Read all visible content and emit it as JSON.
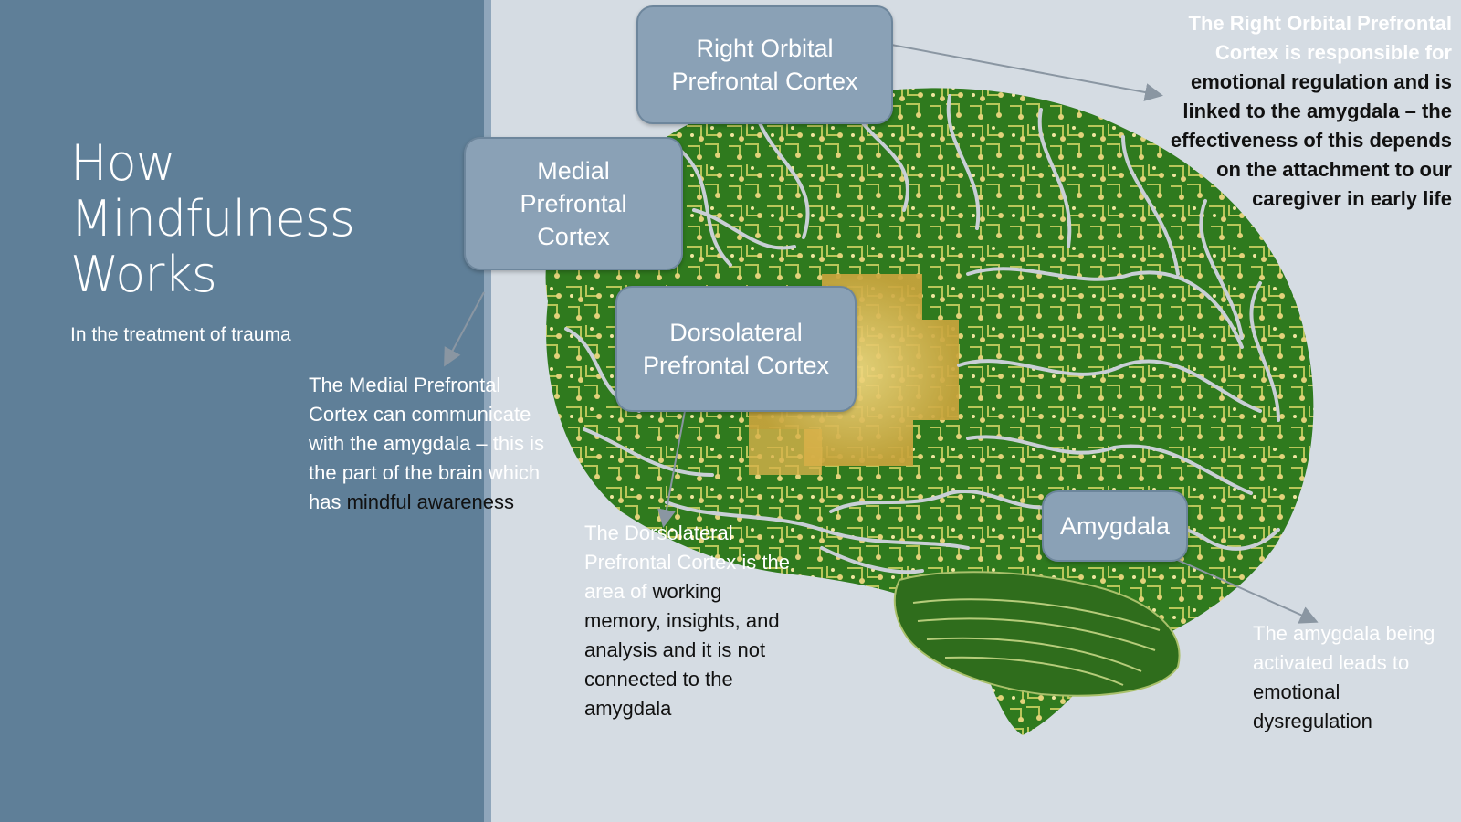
{
  "title_lines": [
    "How",
    "Mindfulness",
    "Works"
  ],
  "subtitle": "In the treatment of trauma",
  "boxes": {
    "right_orbital": [
      "Right Orbital",
      "Prefrontal Cortex"
    ],
    "medial": [
      "Medial",
      "Prefrontal",
      "Cortex"
    ],
    "dorsolateral": [
      "Dorsolateral",
      "Prefrontal Cortex"
    ],
    "amygdala": [
      "Amygdala"
    ]
  },
  "notes": {
    "right_orbital": {
      "l1": "The Right Orbital Prefrontal",
      "l2": "Cortex is responsible for",
      "l3": "emotional regulation and is",
      "l4": "linked to the amygdala – the",
      "l5": "effectiveness of this depends",
      "l6": "on the attachment to our",
      "l7": "caregiver in early life"
    },
    "medial": {
      "l1": "The Medial Prefrontal",
      "l2": "Cortex can communicate",
      "l3": "with the amygdala – this is",
      "l4": "the part of the brain which",
      "l5a": "has ",
      "l5b": "mindful awareness"
    },
    "dorsolateral": {
      "l1": "The Dorsolateral",
      "l2": "Prefrontal Cortex is the",
      "l3a": "area of ",
      "l3b": "working",
      "l4": "memory, insights, and",
      "l5": "analysis and it is not",
      "l6": "connected to the",
      "l7": "amygdala"
    },
    "amygdala": {
      "l1": "The amygdala being",
      "l2": "activated leads to",
      "l3": "emotional",
      "l4": "dysregulation"
    }
  },
  "colors": {
    "left_panel": "#5f7f98",
    "background": "#d5dce3",
    "box_fill": "#8aa1b6",
    "brain_green": "#2f7a1e",
    "circuit_gold": "#d8b24a"
  }
}
